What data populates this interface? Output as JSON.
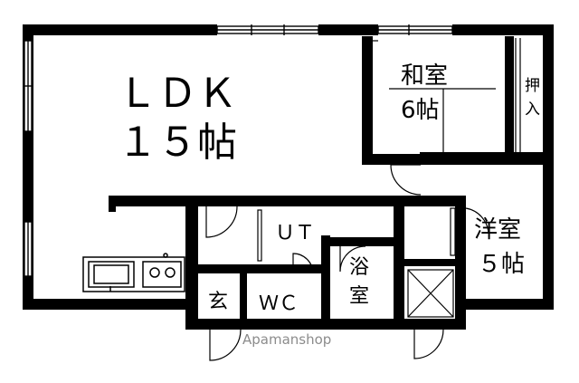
{
  "rooms": {
    "ldk_name": "ＬＤＫ",
    "ldk_size": "１５帖",
    "washitsu_name": "和室",
    "washitsu_size": "6帖",
    "oshiire_line1": "押",
    "oshiire_line2": "入",
    "youshitsu_name": "洋室",
    "youshitsu_size": "５帖",
    "ut": "ＵＴ",
    "genkan": "玄",
    "wc": "ＷＣ",
    "yokushitsu_line1": "浴",
    "yokushitsu_line2": "室"
  },
  "watermark": "Apamanshop",
  "colors": {
    "wall": "#000000",
    "background": "#ffffff",
    "watermark": "#8c8c8c"
  }
}
